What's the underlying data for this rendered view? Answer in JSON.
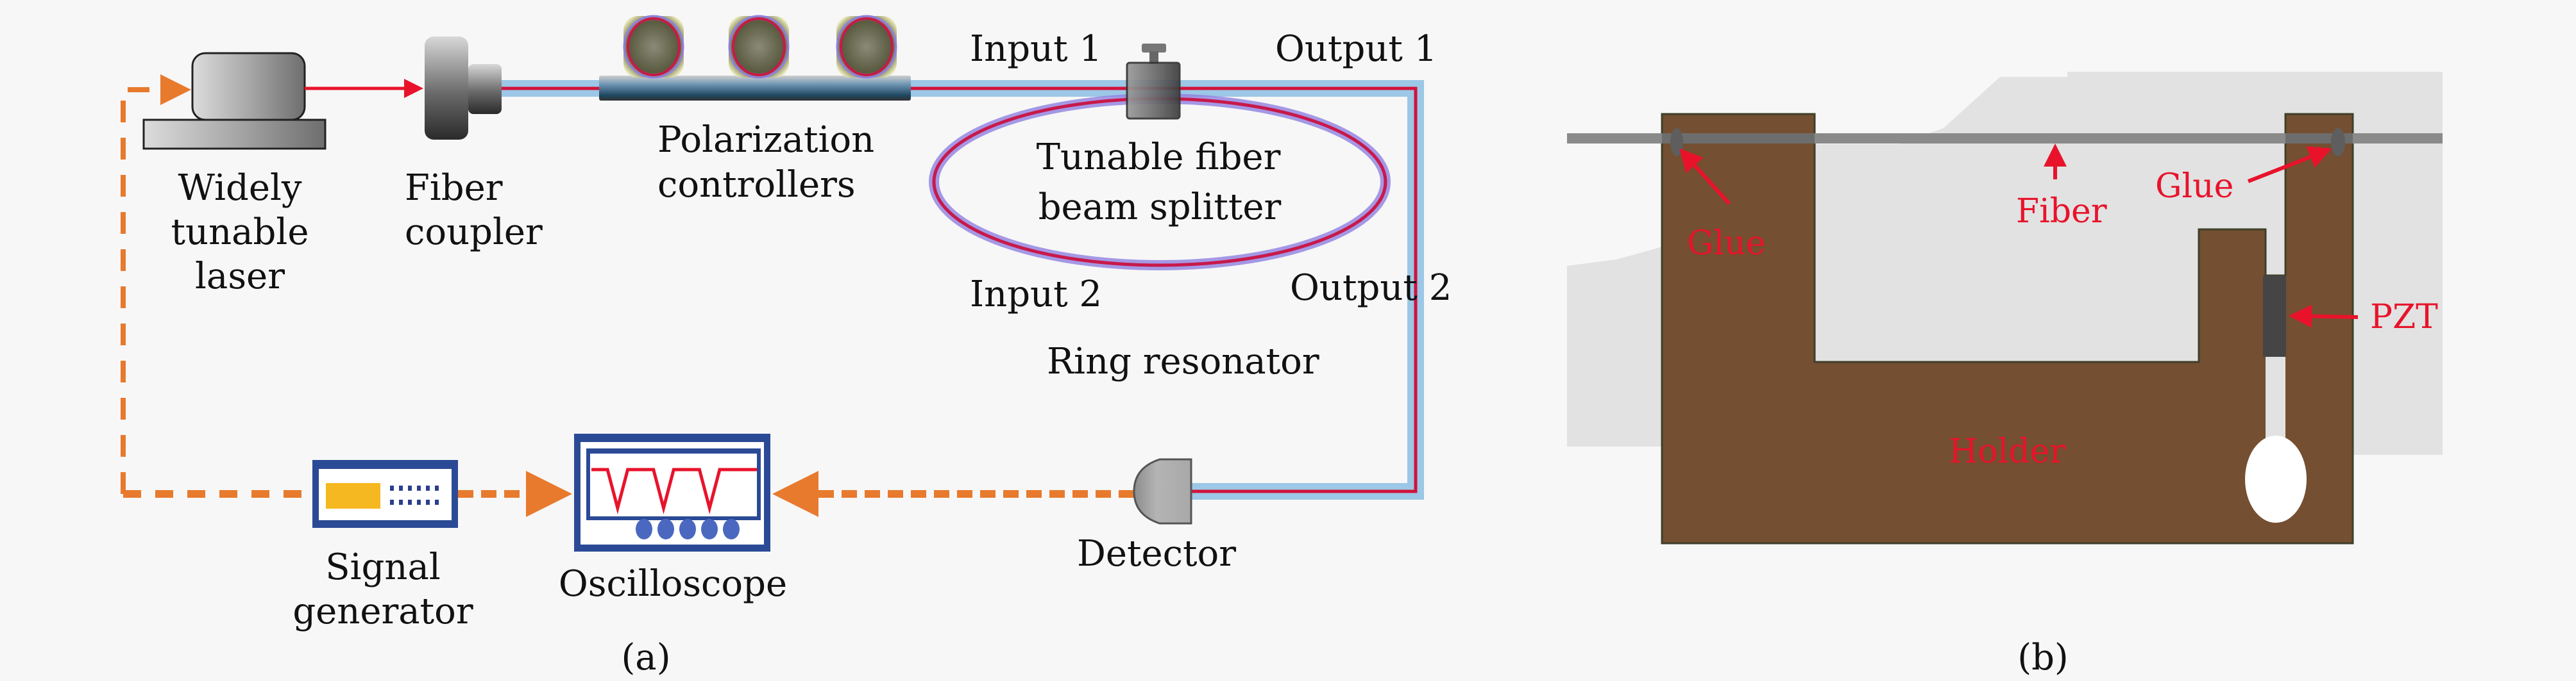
{
  "figure": {
    "panel_a": {
      "tag": "(a)",
      "labels": {
        "laser": [
          "Widely",
          "tunable",
          "laser"
        ],
        "fiber_coupler": [
          "Fiber",
          "coupler"
        ],
        "polarization_controllers": [
          "Polarization",
          "controllers"
        ],
        "input1": "Input 1",
        "output1": "Output 1",
        "input2": "Input 2",
        "output2": "Output 2",
        "splitter": [
          "Tunable fiber",
          "beam splitter"
        ],
        "ring": "Ring resonator",
        "signal_generator": [
          "Signal",
          "generator"
        ],
        "oscilloscope": "Oscilloscope",
        "detector": "Detector"
      },
      "oscilloscope_trace_dips": 3,
      "oscilloscope_knobs": 5,
      "colors": {
        "electrical_dashed": "#e87a2e",
        "laser_beam": "#e8132b",
        "fiber_sheath": "#9cc7e6",
        "instrument_frame": "#2b4a96",
        "signal_panel": "#f6b820"
      }
    },
    "panel_b": {
      "tag": "(b)",
      "labels": {
        "glue_left": "Glue",
        "glue_right": "Glue",
        "fiber": "Fiber",
        "pzt": "PZT",
        "holder": "Holder"
      },
      "colors": {
        "holder": "#744f31",
        "annotation": "#e8132b",
        "fiber": "#8a8a8a",
        "pzt": "#454545",
        "background_shape": "#e2e2e2"
      }
    }
  }
}
